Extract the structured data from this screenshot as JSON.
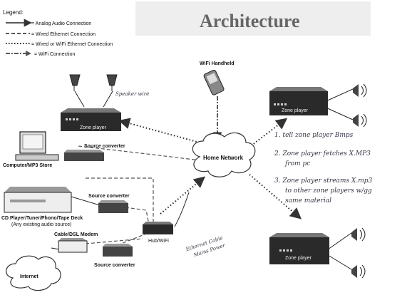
{
  "title": "Architecture",
  "legend": {
    "heading": "Legend:",
    "items": [
      {
        "style": "solid",
        "label": "= Analog Audio Connection"
      },
      {
        "style": "dashed",
        "label": "= Wired Ethernet Connection"
      },
      {
        "style": "dotted",
        "label": "= Wired or WiFi Ethernet Connection"
      },
      {
        "style": "dashdot-arrow",
        "label": "= WiFi Connection"
      }
    ]
  },
  "nodes": {
    "home_network": "Home Network",
    "wifi_handheld": "WiFi Handheld",
    "zone_player_left": "Zone player",
    "zone_player_top_right": "Zone player",
    "zone_player_bottom_right": "Zone player",
    "computer": "Computer/MP3 Store",
    "source_converter_1": "Source converter",
    "source_converter_2": "Source converter",
    "source_converter_3": "Source converter",
    "cd_player": "CD Player/Tuner/Phono/Tape Deck",
    "cd_player_sub": "(Any existing audio source)",
    "hub": "Hub/WiFi",
    "modem": "Cable/DSL Modem",
    "internet": "Internet"
  },
  "handwritten": {
    "note_1": "1. tell zone player Bmps",
    "note_2a": "2. Zone player fetches X.MP3",
    "note_2b": "from pc",
    "note_3a": "3. Zone player streams X.mp3",
    "note_3b": "to other zone players w/gg",
    "note_3c": "same material",
    "speaker_note": "Speaker wire",
    "bottom_note_a": "Ethernet Cable",
    "bottom_note_b": "Mains Power"
  },
  "colors": {
    "ink": "#111111",
    "box_top": "#777777",
    "box_front": "#2a2a2a",
    "title": "#666666"
  }
}
